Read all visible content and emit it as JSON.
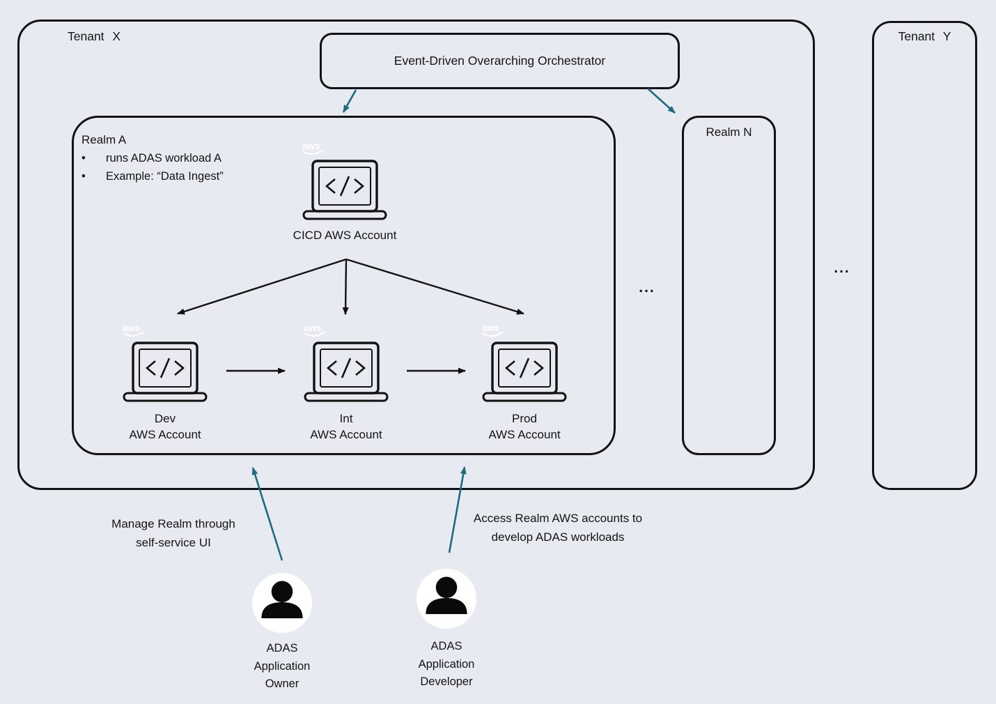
{
  "colors": {
    "background": "#e8eaf1",
    "line": "#121212",
    "arrow_teal": "#1c6a80",
    "aws_logo": "#ffffff"
  },
  "tenants": {
    "x_label": "Tenant X",
    "y_label": "Tenant Y",
    "ellipsis": "..."
  },
  "orchestrator": {
    "label": "Event-Driven Overarching Orchestrator"
  },
  "realm_a": {
    "title": "Realm A",
    "bullet_char": "•",
    "bullets": [
      "runs ADAS workload A",
      "Example: “Data Ingest”"
    ],
    "cicd_label": "CICD AWS Account",
    "environments": [
      {
        "name": "Dev",
        "account": "AWS Account"
      },
      {
        "name": "Int",
        "account": "AWS Account"
      },
      {
        "name": "Prod",
        "account": "AWS Account"
      }
    ]
  },
  "realm_n": {
    "label": "Realm N"
  },
  "realms_ellipsis": "...",
  "actors": {
    "owner": {
      "label": "ADAS\nApplication\nOwner",
      "annotation": "Manage Realm through\nself-service UI"
    },
    "developer": {
      "label": "ADAS\nApplication\nDeveloper",
      "annotation": "Access Realm AWS accounts to\ndevelop ADAS workloads"
    }
  },
  "icons": {
    "aws_label": "aws"
  }
}
